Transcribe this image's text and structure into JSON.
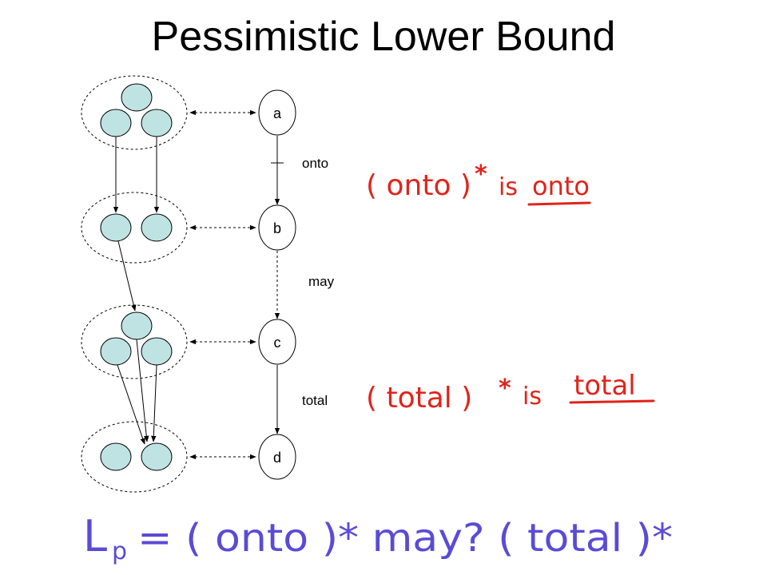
{
  "title": "Pessimistic Lower Bound",
  "nodes": {
    "a": "a",
    "b": "b",
    "c": "c",
    "d": "d"
  },
  "edges": {
    "ab": "onto",
    "bc": "may",
    "cd": "total"
  },
  "annotations": {
    "onto_paren": "( onto )",
    "onto_star": "*",
    "onto_is": "is",
    "onto_word": "onto",
    "total_paren": "( total )",
    "total_star": "*",
    "total_is": "is",
    "total_word": "total",
    "formula_lhs": "L",
    "formula_sub": "p",
    "formula_rest": "= ( onto )* may? ( total )*"
  },
  "colors": {
    "state_fill": "#bfe3e3",
    "ink_red": "#e0241b",
    "ink_blue": "#5a4bd6",
    "line": "#000000"
  }
}
